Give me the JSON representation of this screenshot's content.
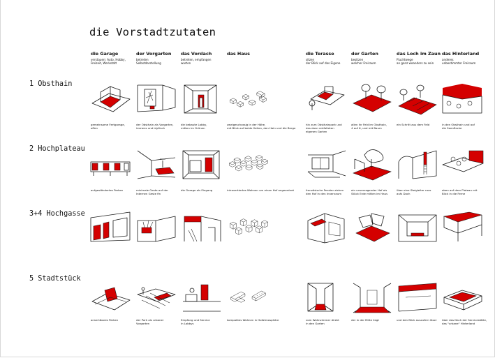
{
  "title": "die Vorstadtzutaten",
  "accent_color": "#d40000",
  "columns": [
    {
      "heading": "die Garage",
      "sub": "verstauen: Auto, Hobby,\nFreizeit, Werkstatt"
    },
    {
      "heading": "der Vorgarten",
      "sub": "betreten\nSelbstdarstellung"
    },
    {
      "heading": "das Vordach",
      "sub": "betreten, empfangen\nwarten"
    },
    {
      "heading": "das Haus",
      "sub": ""
    },
    {
      "heading": "die Terasse",
      "sub": "sitzen\nder Blick auf das Eigene"
    },
    {
      "heading": "der Garten",
      "sub": "besitzen\nwelcher Freiraum"
    },
    {
      "heading": "das Loch im Zaun",
      "sub": "Fluchtwege\nan ganz woanders zu sein"
    },
    {
      "heading": "das Hinterland",
      "sub": "anderes\nunbestimmter Freiraum"
    }
  ],
  "rows": [
    {
      "label": "1 Obsthain",
      "captions": [
        "gemeinsame Fertgarage,\noffen",
        "der Obsthain als Vorgarten,\nimmens und idyllisch",
        "die bebaute Lobby,\nmitten im Grünen",
        "zweigeschossig in der Höhe,\nmit Blick auf beide Seiten, den Hain und die Berge",
        "",
        "hin zum Obsthainpark und\ndas dann entfalteten\neigenen Garten",
        "allen ihr Feld im Obsthain,\n4 auf 6, und mit Baum",
        "ein Schritt aus dem Feld",
        "in den Obsthain und auf\ndie Seenflecke"
      ]
    },
    {
      "label": "2 Hochplateau",
      "captions": [
        "aufgeständertes Parken",
        "minimale Geste auf der\nInternen Geste fin",
        "die Garage als Eingang",
        "introvertiertes Wohnen um einen Hof angeordnet",
        "",
        "französische Fenster ziehen\nden Hof in den Innenraum",
        "ein unverzagender Hof als\nStück Erde mitten im Haus",
        "über eine Steigleiter raus\naufs Dach",
        "oben auf dem Plateau mit\nBlick in die Ferne"
      ]
    },
    {
      "label": "3+4 Hochgasse",
      "captions": [
        "",
        "",
        "",
        "",
        "",
        "",
        "",
        "",
        ""
      ]
    },
    {
      "label": "5 Stadtstück",
      "captions": [
        "ansichtbares Parken",
        "der Park als urbaner\nVorgarten",
        "Empfang und Service\nin Lobbys",
        "kompaktes Wohnen in Hofatmosphäre",
        "",
        "vom Wohnzimmer direkt\nin den Garten",
        "der in der Mitte liegt",
        "und den Blick auszufern lässt",
        "über das Dach der Servicestätte,\ndas \"urbane\" Hinterland"
      ]
    }
  ]
}
